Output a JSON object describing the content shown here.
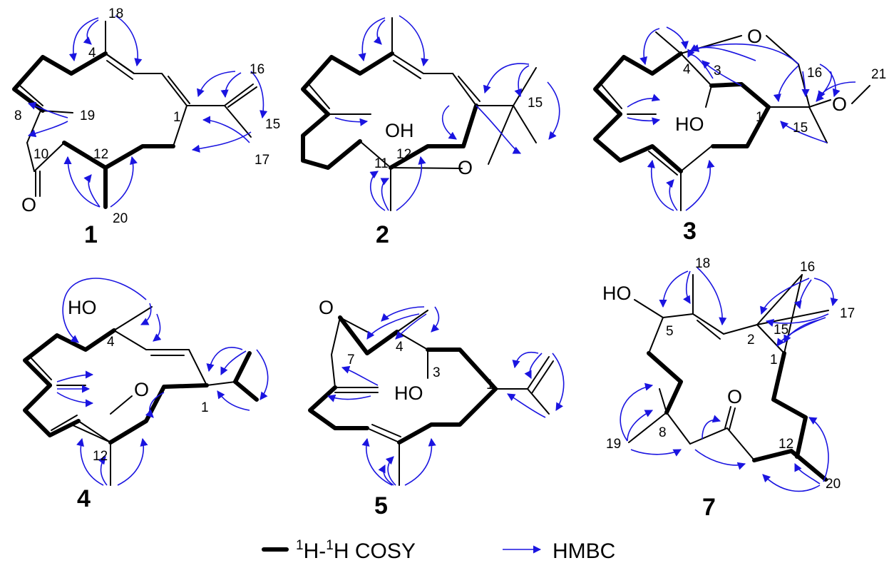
{
  "compounds": [
    {
      "id": "1",
      "label": "1",
      "atoms": {
        "o_keto": "O"
      },
      "nums": {
        "n18": "18",
        "n4": "4",
        "n16": "16",
        "n8": "8",
        "n19": "19",
        "n1": "1",
        "n15": "15",
        "n10": "10",
        "n12": "12",
        "n17": "17",
        "n20": "20"
      }
    },
    {
      "id": "2",
      "label": "2",
      "atoms": {
        "oh": "OH",
        "o_ring": "O"
      },
      "nums": {
        "n15": "15",
        "n11": "11",
        "n12": "12"
      }
    },
    {
      "id": "3",
      "label": "3",
      "atoms": {
        "o_top": "O",
        "ho": "HO",
        "o_right": "O"
      },
      "nums": {
        "n3": "3",
        "n4": "4",
        "n16": "16",
        "n21": "21",
        "n1": "1",
        "n15": "15"
      }
    },
    {
      "id": "4",
      "label": "4",
      "atoms": {
        "ho": "HO",
        "o_ring": "O"
      },
      "nums": {
        "n4": "4",
        "n1": "1",
        "n12": "12"
      }
    },
    {
      "id": "5",
      "label": "5",
      "atoms": {
        "o_epox": "O",
        "ho": "HO"
      },
      "nums": {
        "n4": "4",
        "n7": "7",
        "n3": "3",
        "n1": "1"
      }
    },
    {
      "id": "7",
      "label": "7",
      "atoms": {
        "ho": "HO",
        "o_keto": "O"
      },
      "nums": {
        "n18": "18",
        "n16": "16",
        "n17": "17",
        "n5": "5",
        "n2": "2",
        "n15": "15",
        "n1": "1",
        "n19": "19",
        "n8": "8",
        "n12": "12",
        "n20": "20"
      }
    }
  ],
  "legend": {
    "cosy_sup1": "1",
    "cosy_h1": "H-",
    "cosy_sup2": "1",
    "cosy_h2": "H COSY",
    "hmbc_label": "HMBC"
  },
  "colors": {
    "hmbc_arrow": "#1a14e0",
    "bond": "#000000"
  },
  "icons": {
    "cosy_key": "thick-bond-line",
    "hmbc_key": "blue-arrow"
  }
}
